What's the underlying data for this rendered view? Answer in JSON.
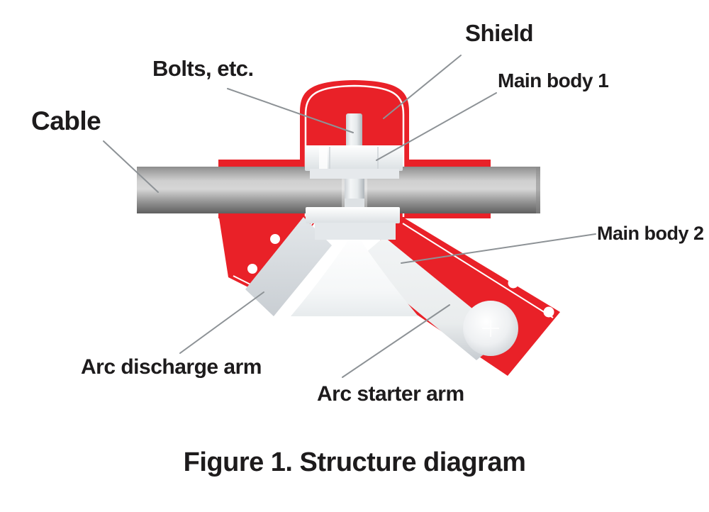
{
  "figure": {
    "caption": "Figure 1. Structure diagram",
    "labels": {
      "shield": "Shield",
      "bolts": "Bolts, etc.",
      "main_body_1": "Main body 1",
      "cable": "Cable",
      "main_body_2": "Main body 2",
      "arc_discharge_arm": "Arc discharge arm",
      "arc_starter_arm": "Arc starter arm"
    }
  },
  "colors": {
    "red": "#e92128",
    "white_outline": "#ffffff",
    "hole_fill": "#ffffff",
    "leader_line": "#8d9296",
    "text": "#1d1b1c",
    "cable_mid": "#d6d6d6",
    "cable_dark": "#5f5f5f",
    "silver": "#c9ced3",
    "silver_light": "#f2f4f5",
    "background": "#ffffff"
  }
}
